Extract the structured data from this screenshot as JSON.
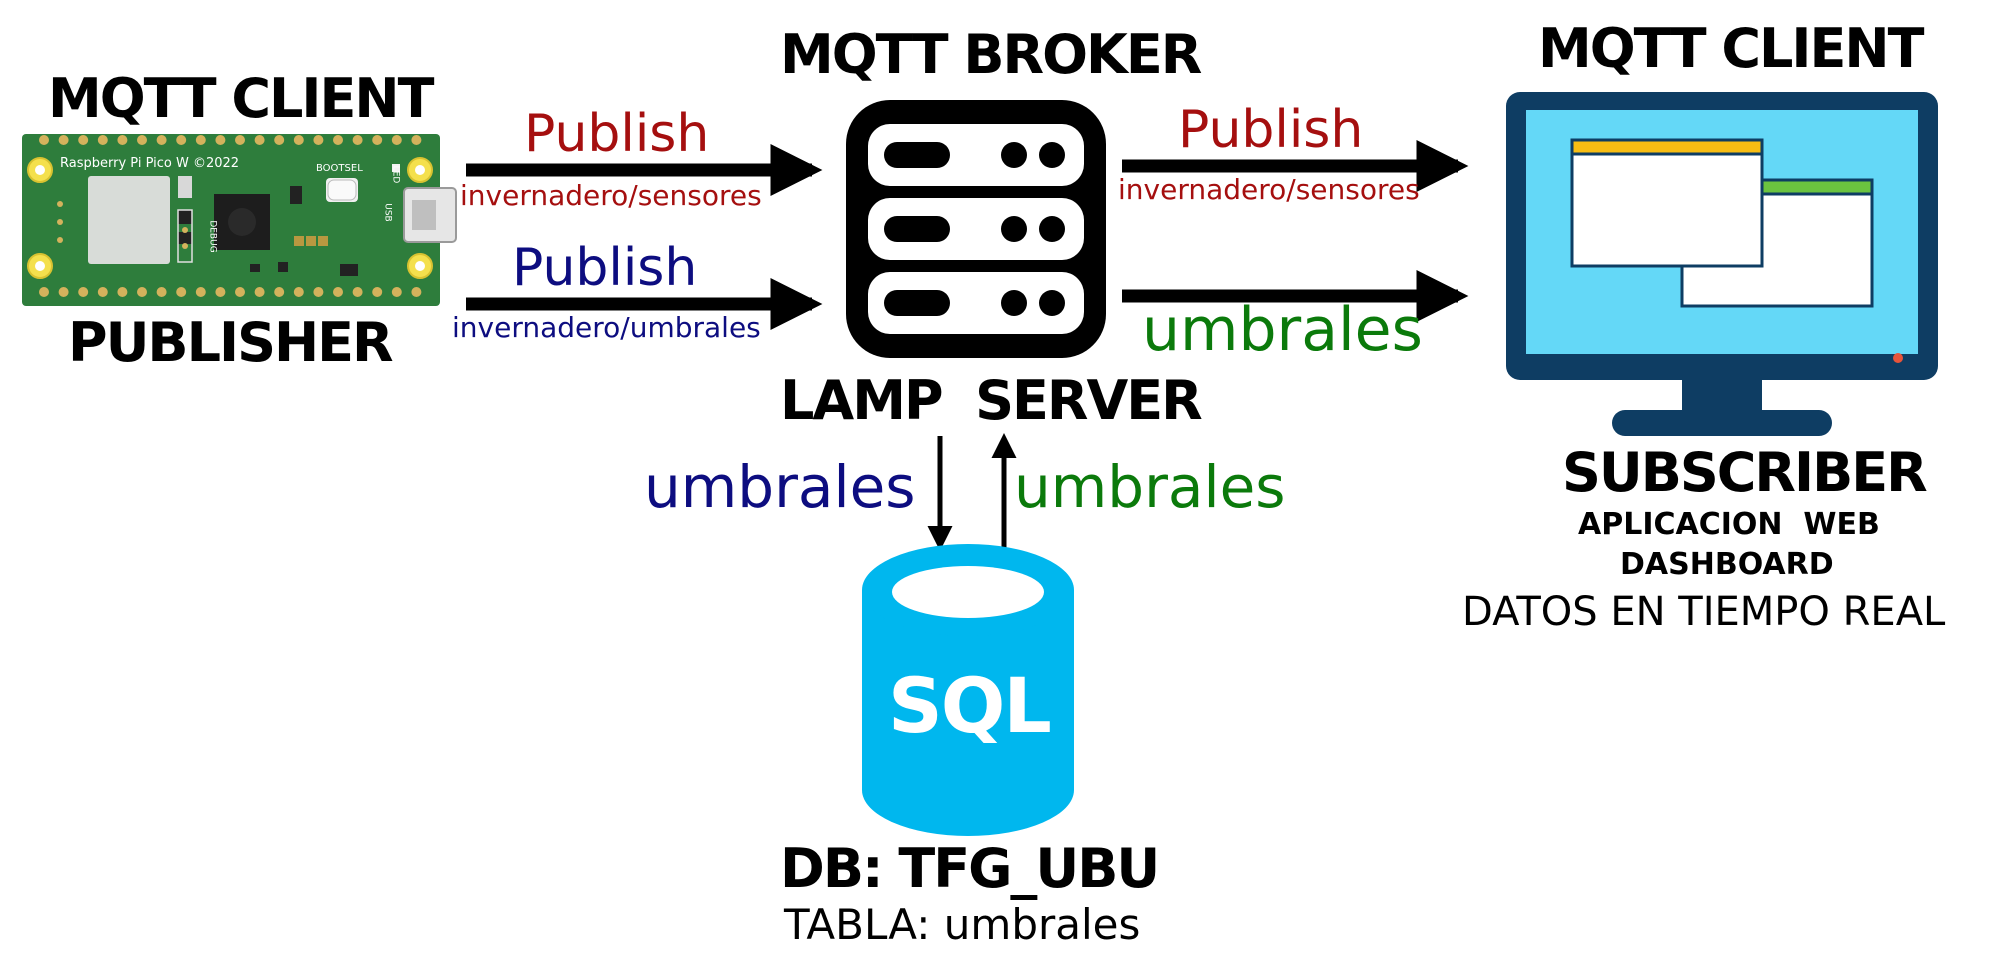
{
  "publisher": {
    "title": "MQTT CLIENT",
    "role": "PUBLISHER",
    "board_label": "Raspberry Pi Pico W ©2022",
    "button_label": "BOOTSEL",
    "led_label": "LED",
    "debug_label": "DEBUG",
    "usb_label": "USB"
  },
  "broker": {
    "title": "MQTT BROKER",
    "server_label": "LAMP  SERVER"
  },
  "subscriber": {
    "title": "MQTT CLIENT",
    "role": "SUBSCRIBER",
    "line1": "APLICACION  WEB",
    "line2": "DASHBOARD",
    "line3": "DATOS EN TIEMPO REAL"
  },
  "arrows": {
    "pub_sensors_label": "Publish",
    "pub_sensors_topic": "invernadero/sensores",
    "pub_umbrales_label": "Publish",
    "pub_umbrales_topic": "invernadero/umbrales",
    "broker_sensors_label": "Publish",
    "broker_sensors_topic": "invernadero/sensores",
    "broker_umbrales_label": "umbrales",
    "down_label": "umbrales",
    "up_label": "umbrales"
  },
  "database": {
    "icon_label": "SQL",
    "name": "DB: TFG_UBU",
    "table": "TABLA: umbrales"
  },
  "colors": {
    "sensors": "#a50f0f",
    "umbrales_pub": "#0d0d80",
    "umbrales_sub": "#0b7a0b",
    "db": "#00b7ee",
    "pcb": "#2e7d3c",
    "monitor_frame": "#0e3d63",
    "monitor_screen": "#64d8f7"
  }
}
